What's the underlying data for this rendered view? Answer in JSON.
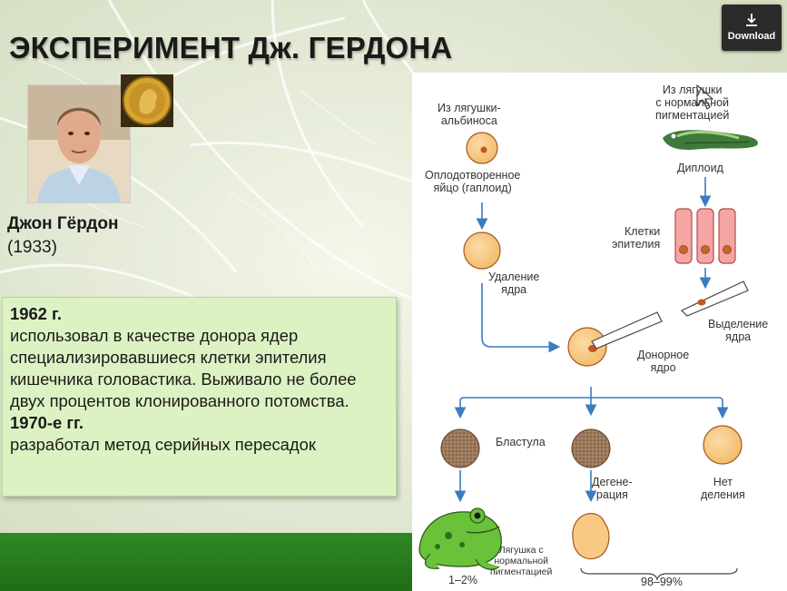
{
  "slide": {
    "title": "ЭКСПЕРИМЕНТ Дж. ГЕРДОНА",
    "person_name": "Джон Гёрдон",
    "person_years": "(1933)"
  },
  "infobox": {
    "year1": "1962  г.",
    "text1": "использовал в качестве донора ядер специализировавшиеся клетки эпителия кишечника головастика. Выживало не более двух процентов клонированного потомства.",
    "year2": "1970-е гг.",
    "text2": "разработал метод серийных пересадок"
  },
  "diagram": {
    "albino_source": "Из лягушки-\nальбиноса",
    "normal_source": "Из лягушки\nс нормальной\nпигментацией",
    "fertilized_egg": "Оплодотворенное\nяйцо (гаплоид)",
    "diploid": "Диплоид",
    "epithelium_cells": "Клетки\nэпителия",
    "nucleus_removal": "Удаление\nядра",
    "nucleus_isolation": "Выделение\nядра",
    "donor_nucleus": "Донорное\nядро",
    "blastula": "Бластула",
    "degeneration": "Дегене-\nрация",
    "no_division": "Нет\nделения",
    "normal_frog": "Лягушка с\nнормальной\nпигментацией",
    "pct_success": "1–2%",
    "pct_fail": "98–99%"
  },
  "toolbar": {
    "download_label": "Download"
  },
  "colors": {
    "egg_fill": "#f7c983",
    "egg_stroke": "#a3591e",
    "arrow_blue": "#3a7cc0",
    "cell_pink": "#f6a5a5",
    "footer_green": "#2f8a24",
    "infobox_bg": "#ddf2c3"
  }
}
